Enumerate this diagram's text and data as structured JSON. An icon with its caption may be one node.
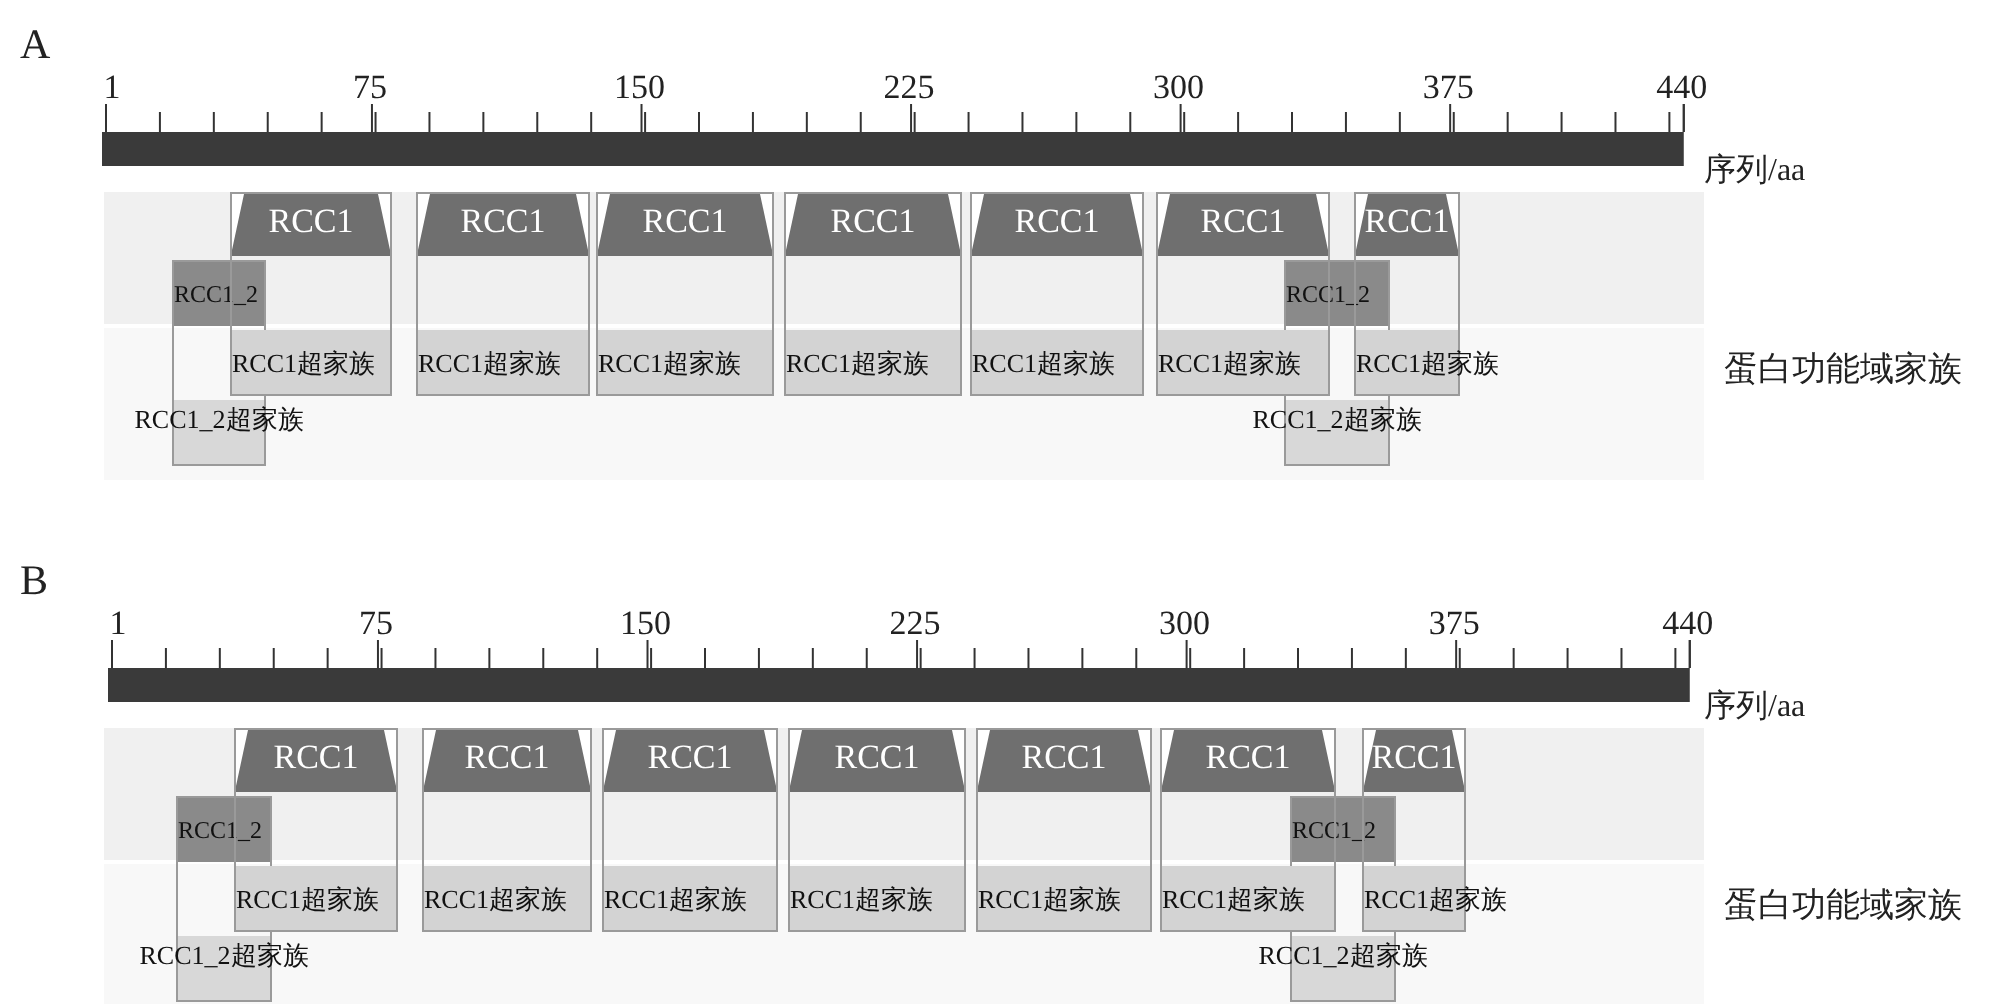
{
  "diagram": {
    "nodes": [
      {
        "text": [
          "RCC1_2",
          "RCC1_2超家族"
        ]
      },
      {
        "text": [
          "RCC1",
          "RCC1超家族"
        ]
      },
      {
        "text": [
          "RCC1",
          "RCC1超家族"
        ]
      },
      {
        "text": [
          "RCC1",
          "RCC1超家族"
        ]
      },
      {
        "text": [
          "RCC1",
          "RCC1超家族"
        ]
      },
      {
        "text": [
          "RCC1",
          "RCC1超家族"
        ]
      },
      {
        "text": [
          "RCC1",
          "RCC1超家族"
        ]
      },
      {
        "text": [
          "RCC1_2",
          "RCC1_2超家族"
        ]
      },
      {
        "text": [
          "RCC1",
          "RCC1超家族"
        ]
      },
      {
        "text": [
          "RCC1_2",
          "RCC1_2超家族"
        ]
      },
      {
        "text": [
          "RCC1",
          "RCC1超家族"
        ]
      },
      {
        "text": [
          "RCC1",
          "RCC1超家族"
        ]
      },
      {
        "text": [
          "RCC1",
          "RCC1超家族"
        ]
      },
      {
        "text": [
          "RCC1",
          "RCC1超家族"
        ]
      },
      {
        "text": [
          "RCC1",
          "RCC1超家族"
        ]
      },
      {
        "text": [
          "RCC1",
          "RCC1超家族"
        ]
      },
      {
        "text": [
          "RCC1_2",
          "RCC1_2超家族"
        ]
      },
      {
        "text": [
          "RCC1",
          "RCC1超家族"
        ]
      }
    ],
    "labels": [
      "A",
      "1",
      "75",
      "150",
      "225",
      "300",
      "375",
      "440",
      "序列/aa",
      "蛋白功能域家族",
      "B",
      "1",
      "75",
      "150",
      "225",
      "300",
      "375",
      "440",
      "序列/aa",
      "蛋白功能域家族"
    ]
  }
}
